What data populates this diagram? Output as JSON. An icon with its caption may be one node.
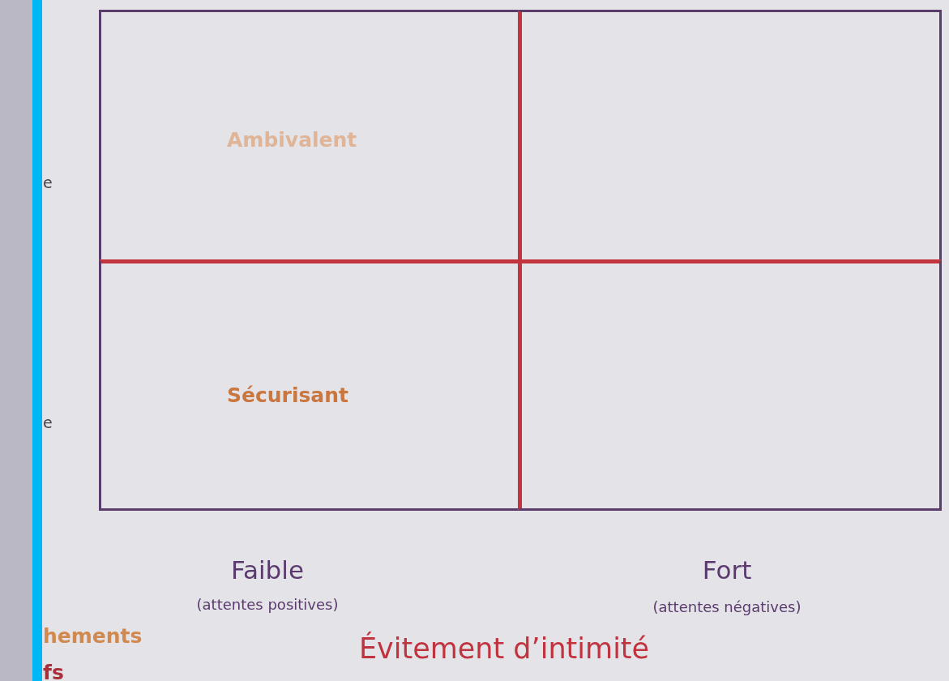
{
  "diagram": {
    "nodes": [
      {
        "text": [
          "Ambivalent"
        ]
      },
      {
        "text": [],
        "shape": "box"
      },
      {
        "text": [
          "Sécurisant"
        ]
      },
      {
        "text": [],
        "shape": "box"
      }
    ],
    "edges": [],
    "labels": [
      "e",
      "e",
      "Faible",
      "Fort",
      "(attentes positives)",
      "(attentes négatives)",
      "hements",
      "Évitement d’intimité",
      "fs"
    ]
  }
}
